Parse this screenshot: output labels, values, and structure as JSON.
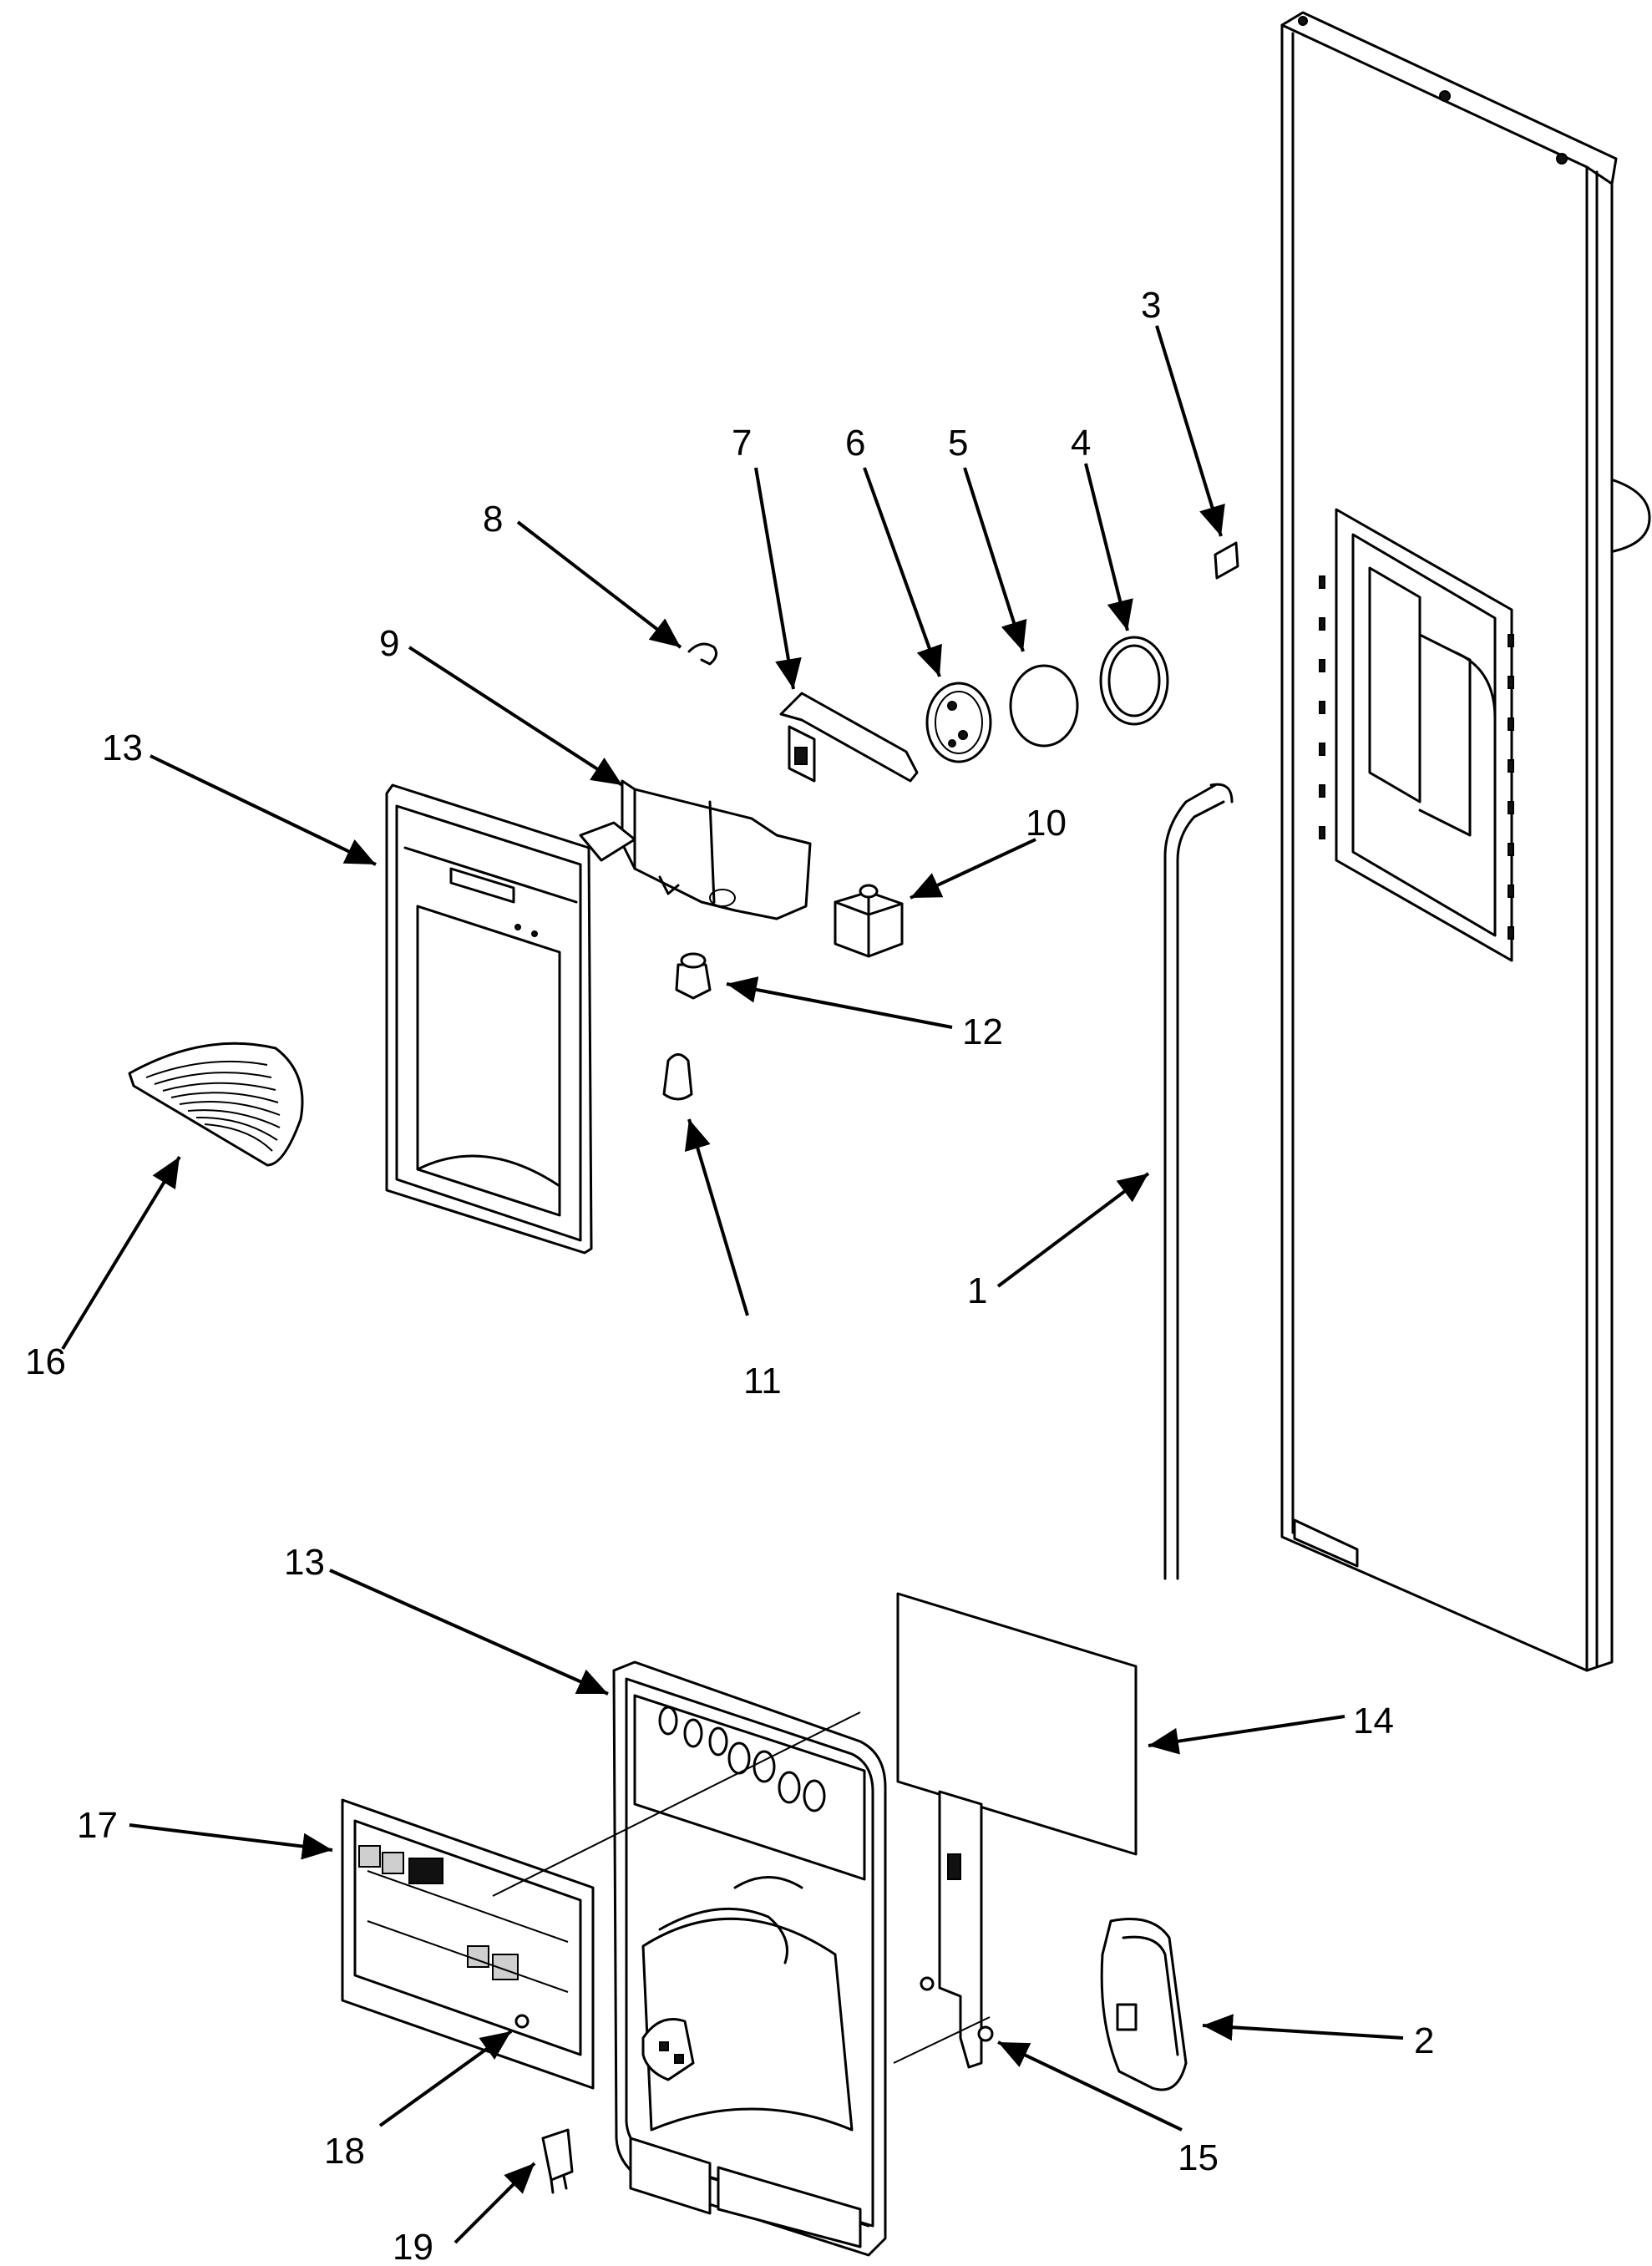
{
  "callouts": [
    {
      "id": "c1",
      "label": "1"
    },
    {
      "id": "c2",
      "label": "2"
    },
    {
      "id": "c3",
      "label": "3"
    },
    {
      "id": "c4",
      "label": "4"
    },
    {
      "id": "c5",
      "label": "5"
    },
    {
      "id": "c6",
      "label": "6"
    },
    {
      "id": "c7",
      "label": "7"
    },
    {
      "id": "c8",
      "label": "8"
    },
    {
      "id": "c9",
      "label": "9"
    },
    {
      "id": "c10",
      "label": "10"
    },
    {
      "id": "c11",
      "label": "11"
    },
    {
      "id": "c12",
      "label": "12"
    },
    {
      "id": "c13a",
      "label": "13"
    },
    {
      "id": "c13b",
      "label": "13"
    },
    {
      "id": "c14",
      "label": "14"
    },
    {
      "id": "c15",
      "label": "15"
    },
    {
      "id": "c16",
      "label": "16"
    },
    {
      "id": "c17",
      "label": "17"
    },
    {
      "id": "c18",
      "label": "18"
    },
    {
      "id": "c19",
      "label": "19"
    }
  ]
}
